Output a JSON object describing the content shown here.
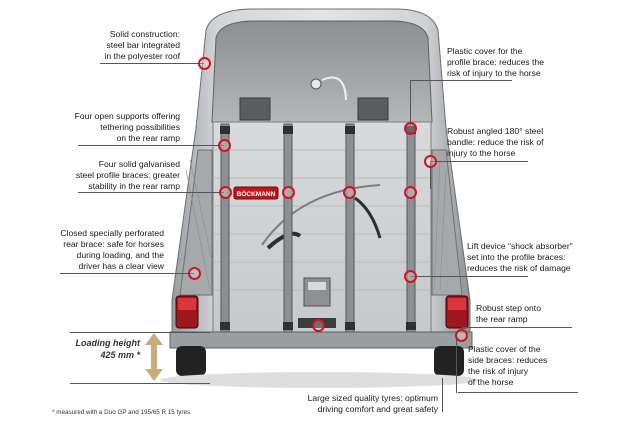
{
  "annotations": {
    "solid_construction": [
      "Solid construction:",
      "steel bar integrated",
      "in the polyester roof"
    ],
    "four_open_supports": [
      "Four open supports offering",
      "tethering possibilities",
      "on the rear ramp"
    ],
    "galvanised_braces": [
      "Four solid galvanised",
      "steel profile braces: greater",
      "stability in the rear ramp"
    ],
    "closed_rear_brace": [
      "Closed specially perforated",
      "rear brace: safe for horses",
      "during loading, and the",
      "driver has a clear view"
    ],
    "plastic_cover_profile": [
      "Plastic cover for the",
      "profile brace: reduces the",
      "risk of injury to the horse"
    ],
    "angled_bandle": [
      "Robust angled 180° steel",
      "bandle: reduce the risk of",
      "injury to the horse"
    ],
    "lift_device": [
      "Lift device “shock absorber”",
      "set into the profile braces:",
      "reduces the risk of damage"
    ],
    "robust_step": [
      "Robust step onto",
      "the rear ramp"
    ],
    "plastic_cover_side": [
      "Plastic cover of the",
      "side braces: reduces",
      "the risk of injury",
      "of the horse"
    ],
    "tyres": [
      "Large sized quality tyres: optimum",
      "driving comfort and great safety"
    ]
  },
  "loading_height": {
    "label": "Loading height",
    "value": "425 mm *"
  },
  "footnote": "* measured with a Duo GP and 195/65 R 15 tyres",
  "brand_logo": "BÖCKMANN",
  "colors": {
    "marker": "#d8111d",
    "body": "#b9bcbe",
    "ramp": "#cfd1d2",
    "text": "#1a1a1a"
  }
}
